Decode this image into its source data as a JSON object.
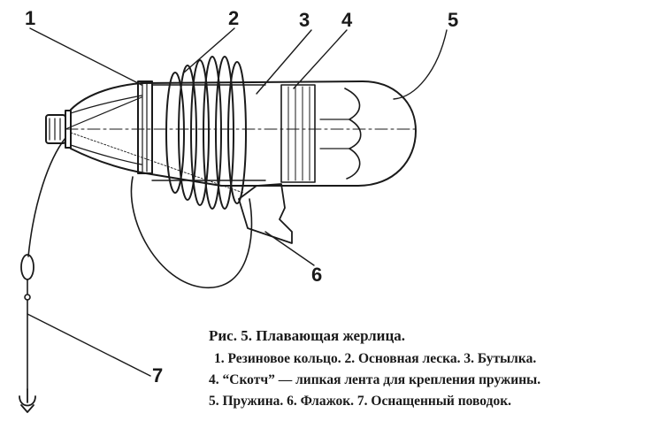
{
  "callouts": [
    "1",
    "2",
    "3",
    "4",
    "5",
    "6",
    "7"
  ],
  "caption": {
    "title": "Рис. 5. Плавающая жерлица.",
    "lines": [
      "1. Резиновое кольцо. 2. Основная леска. 3. Бутылка.",
      "4. “Скотч” — липкая лента для крепления пружины.",
      "5. Пружина. 6. Флажок. 7. Оснащенный поводок."
    ]
  }
}
